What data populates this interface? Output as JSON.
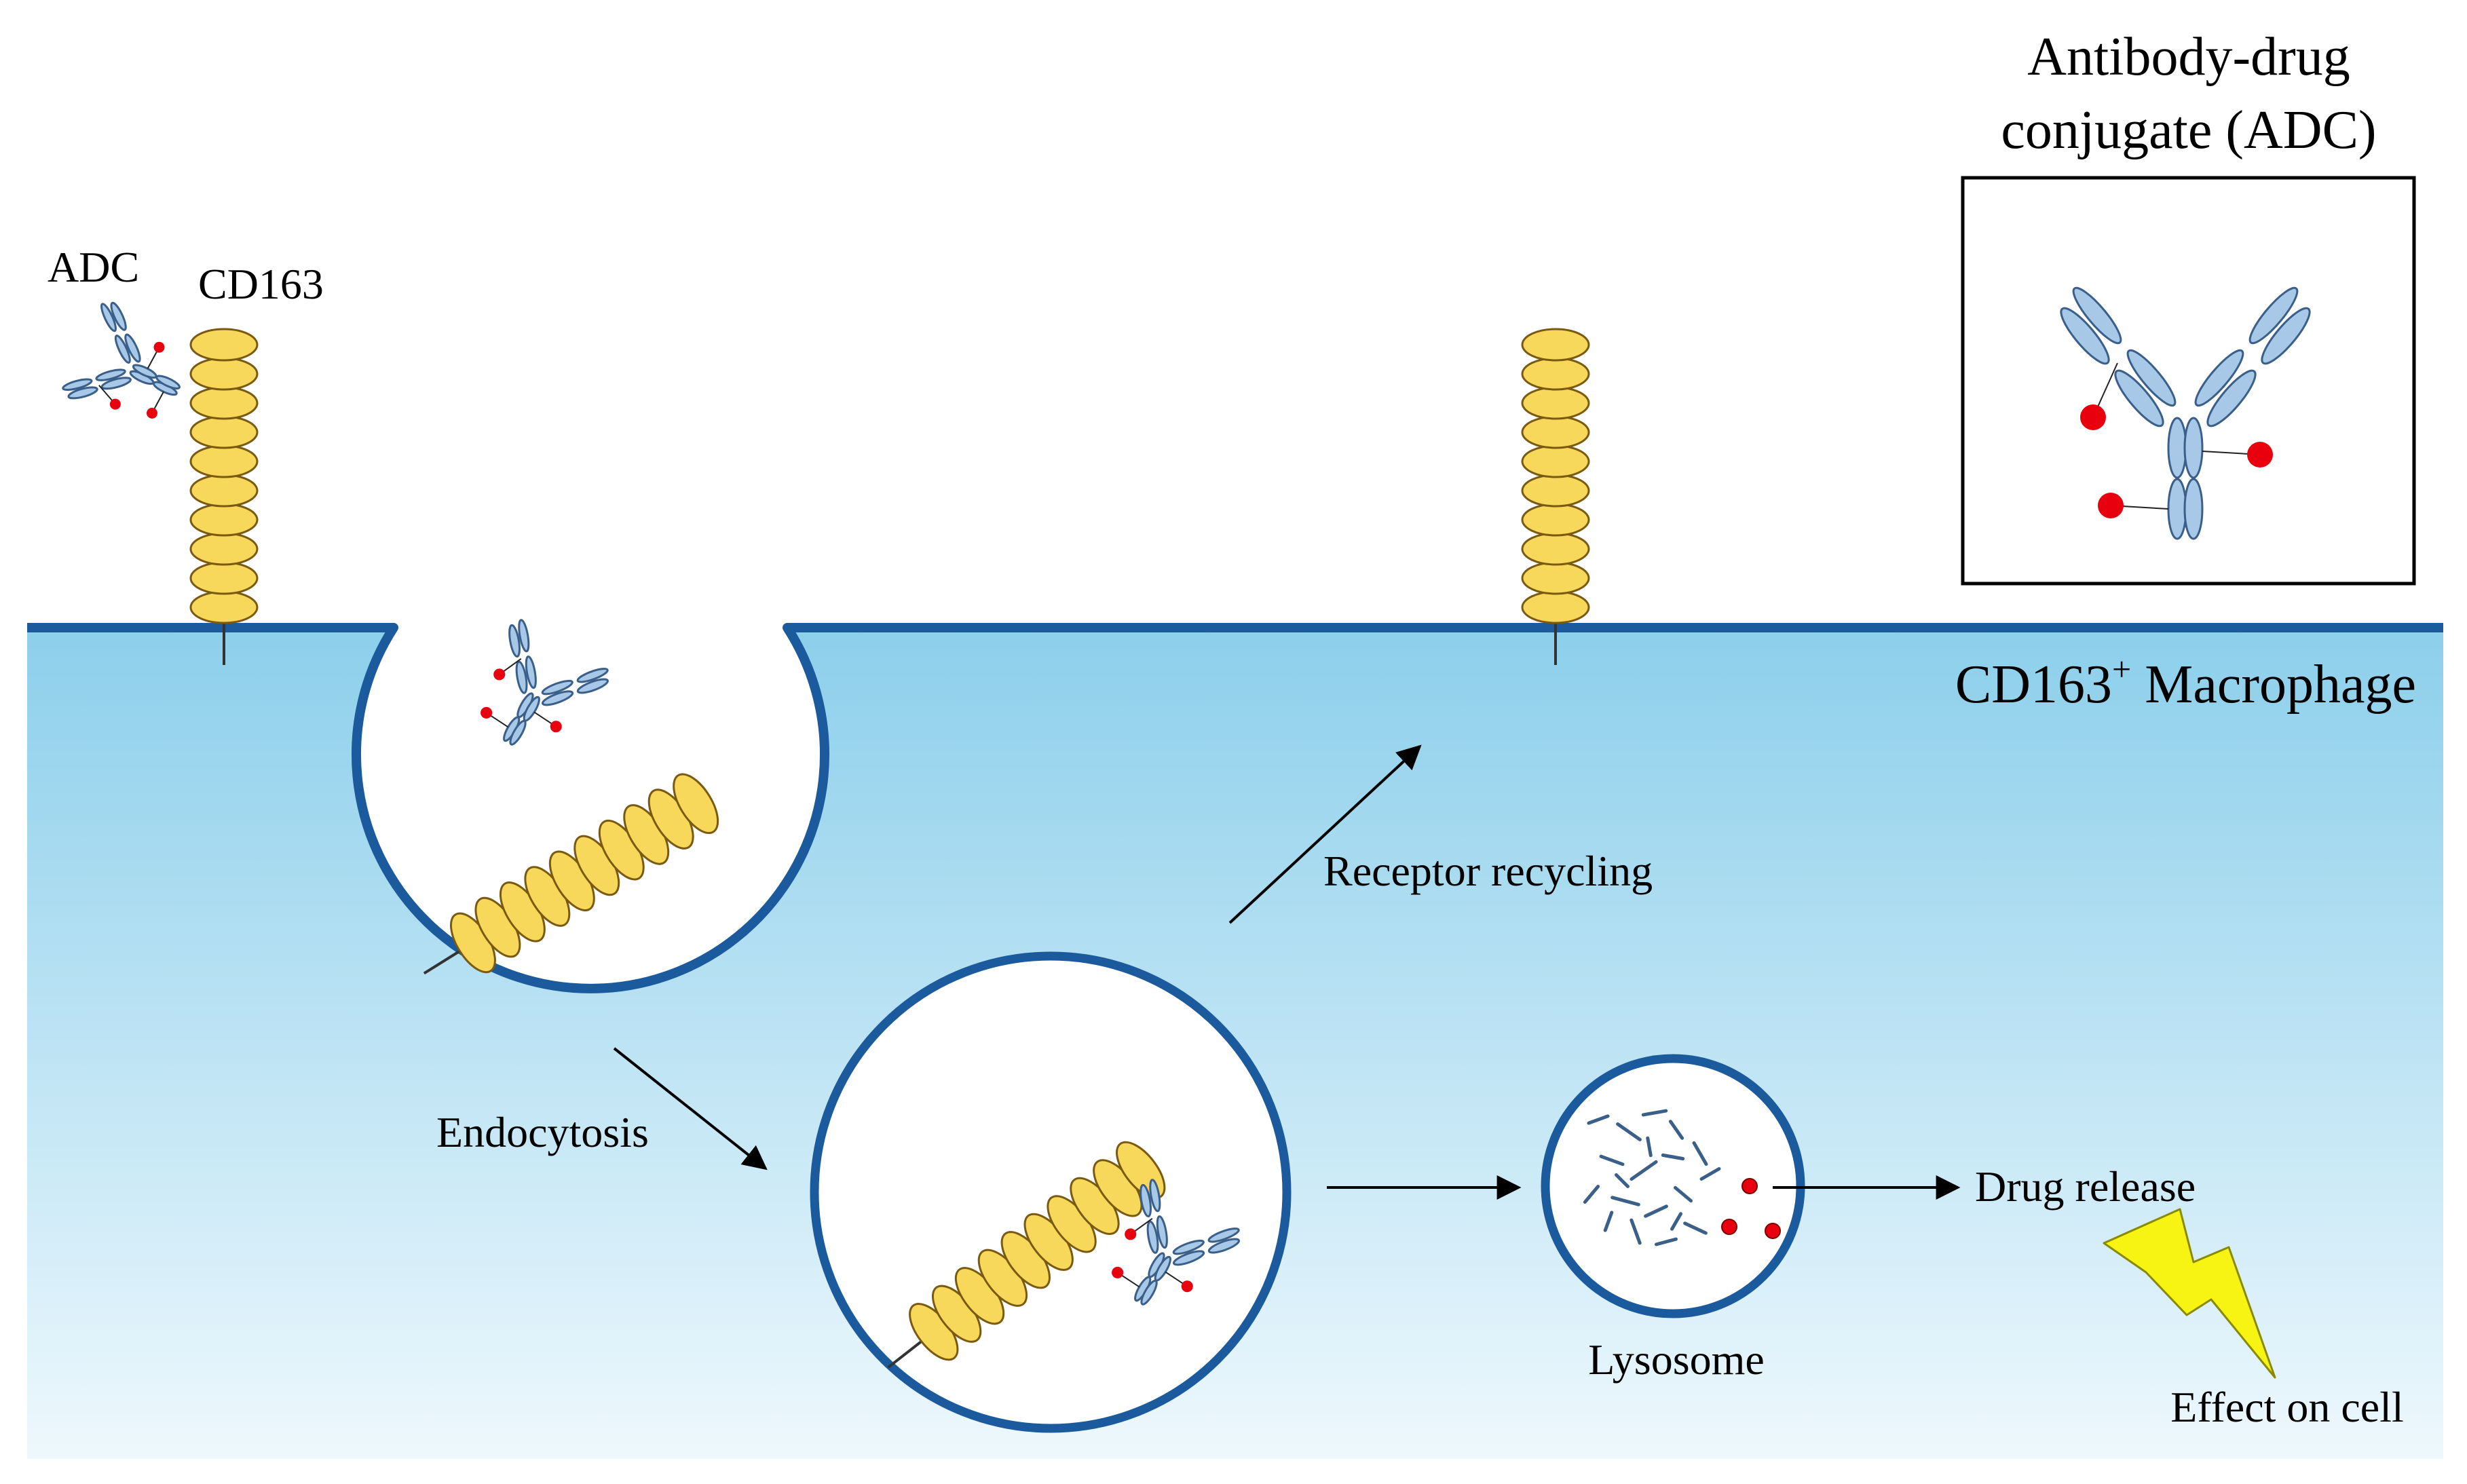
{
  "labels": {
    "adc": "ADC",
    "cd163": "CD163",
    "legend_title_line1": "Antibody-drug",
    "legend_title_line2": "conjugate (ADC)",
    "cell_name": "CD163",
    "cell_name_sup": "+",
    "cell_name_rest": " Macrophage",
    "receptor_recycling": "Receptor recycling",
    "endocytosis": "Endocytosis",
    "lysosome": "Lysosome",
    "drug_release": "Drug release",
    "effect_on_cell": "Effect on cell"
  },
  "colors": {
    "membrane": "#1b5a9c",
    "cytoplasm_top": "#8ccfeb",
    "cytoplasm_bottom": "#eef8fd",
    "receptor_fill": "#f7d85a",
    "receptor_stroke": "#7a5a10",
    "antibody_fill": "#a8c8e8",
    "antibody_stroke": "#3a5f88",
    "drug": "#e8000e",
    "lightning": "#f7f414"
  }
}
